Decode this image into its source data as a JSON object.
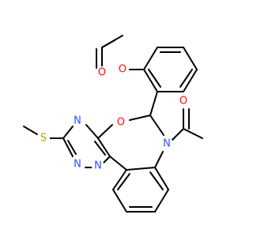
{
  "atom_colors": {
    "O": "#ff0d0d",
    "N": "#3050f8",
    "S": "#b2a600"
  },
  "atoms": {
    "o_ester_carbonyl": {
      "symbol": "O",
      "element": "O"
    },
    "o_ester": {
      "symbol": "O",
      "element": "O"
    },
    "o_ring": {
      "symbol": "O",
      "element": "O"
    },
    "o_amide": {
      "symbol": "O",
      "element": "O"
    },
    "n_amide": {
      "symbol": "N",
      "element": "N"
    },
    "n_triazine_4": {
      "symbol": "N",
      "element": "N"
    },
    "n_triazine_2": {
      "symbol": "N",
      "element": "N"
    },
    "n_triazine_1": {
      "symbol": "N",
      "element": "N"
    },
    "s_methylthio": {
      "symbol": "S",
      "element": "S"
    }
  }
}
